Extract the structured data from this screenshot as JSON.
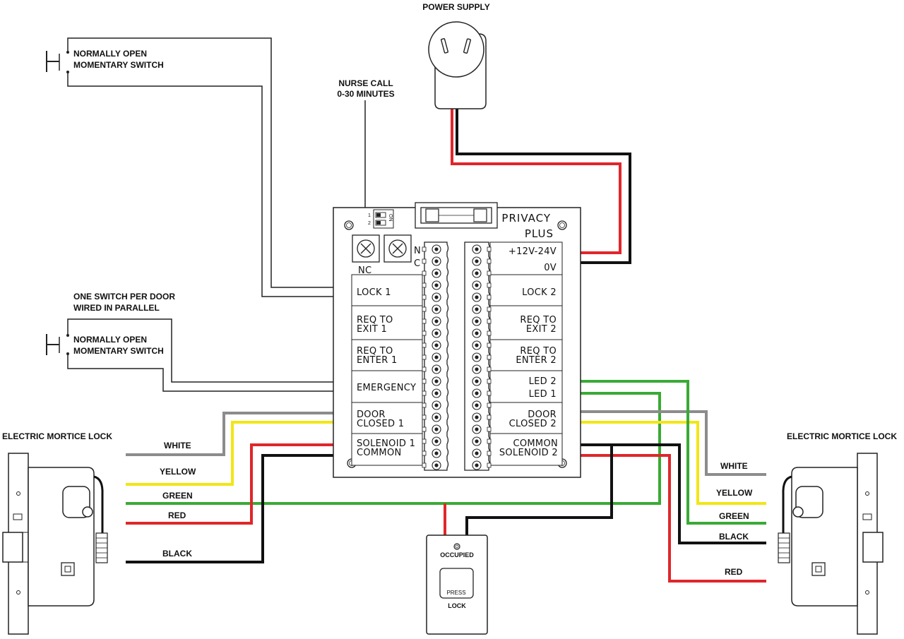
{
  "labels": {
    "power_supply": "POWER SUPPLY",
    "nurse_call_line1": "NURSE CALL",
    "nurse_call_line2": "0-30 MINUTES",
    "switch1_line1": "NORMALLY OPEN",
    "switch1_line2": "MOMENTARY SWITCH",
    "parallel_line1": "ONE SWITCH PER DOOR",
    "parallel_line2": "WIRED IN PARALLEL",
    "switch2_line1": "NORMALLY OPEN",
    "switch2_line2": "MOMENTARY SWITCH",
    "lock_left": "ELECTRIC MORTICE LOCK",
    "lock_right": "ELECTRIC MORTICE LOCK"
  },
  "board": {
    "brand_line1": "PRIVACY",
    "brand_line2": "PLUS",
    "pot_label": "NC",
    "nc_n": "N",
    "nc_c": "C",
    "dip1": "1",
    "dip2": "2",
    "dip_on": "ON",
    "left_terminals": {
      "lock1": "LOCK 1",
      "req_exit1_a": "REQ TO",
      "req_exit1_b": "EXIT 1",
      "req_enter1_a": "REQ TO",
      "req_enter1_b": "ENTER 1",
      "emergency": "EMERGENCY",
      "door_closed1_a": "DOOR",
      "door_closed1_b": "CLOSED 1",
      "solenoid1_a": "SOLENOID 1",
      "solenoid1_b": "COMMON"
    },
    "right_terminals": {
      "power": "+12V-24V",
      "zero": "0V",
      "lock2": "LOCK 2",
      "req_exit2_a": "REQ TO",
      "req_exit2_b": "EXIT 2",
      "req_enter2_a": "REQ TO",
      "req_enter2_b": "ENTER 2",
      "led2": "LED 2",
      "led1": "LED 1",
      "door_closed2_a": "DOOR",
      "door_closed2_b": "CLOSED 2",
      "common_a": "COMMON",
      "common_b": "SOLENOID 2"
    }
  },
  "wires_left": {
    "white": "WHITE",
    "yellow": "YELLOW",
    "green": "GREEN",
    "red": "RED",
    "black": "BLACK"
  },
  "wires_right": {
    "white": "WHITE",
    "yellow": "YELLOW",
    "green": "GREEN",
    "black": "BLACK",
    "red": "RED"
  },
  "indicator": {
    "occupied": "OCCUPIED",
    "press": "PRESS",
    "lock": "LOCK"
  },
  "colors": {
    "white_wire": "#8c8c8c",
    "yellow_wire": "#f2e616",
    "green_wire": "#3aaa35",
    "red_wire": "#e0262b",
    "black_wire": "#111111"
  }
}
